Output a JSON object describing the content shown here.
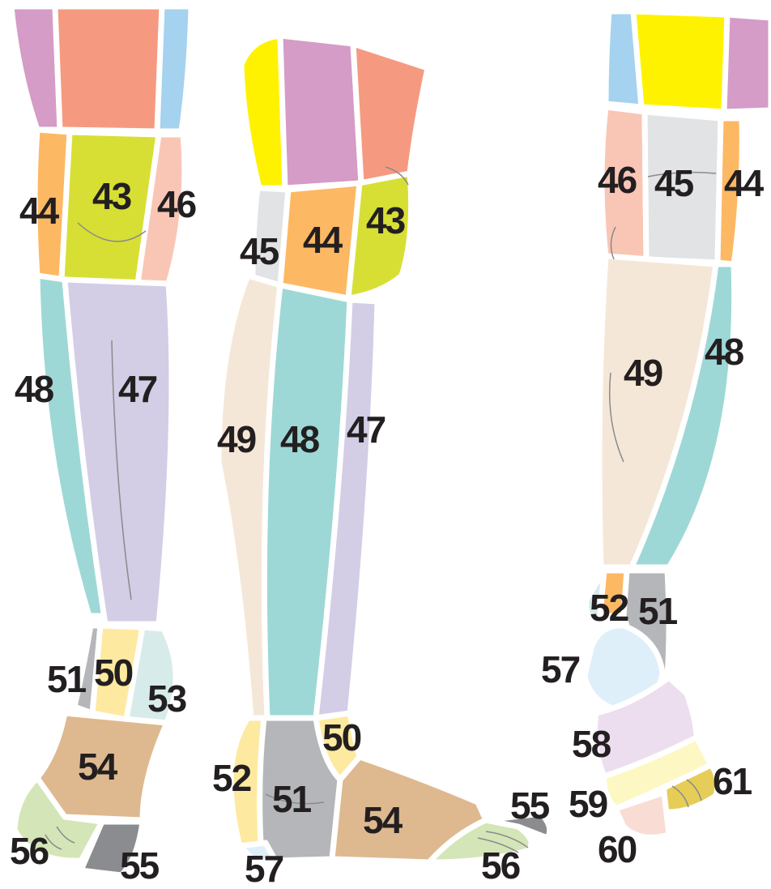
{
  "colors": {
    "background": "#ffffff",
    "border": "#ffffff",
    "outline": "#888888",
    "label": "#231f20",
    "pink_purple": "#d49cc6",
    "salmon": "#f59a80",
    "light_blue": "#a4d2ef",
    "yellow": "#fff200",
    "orange": "#fdb863",
    "lime": "#d7df34",
    "pink": "#f9c6b6",
    "light_gray": "#e2e3e5",
    "lavender": "#d3cde6",
    "teal": "#9dd8d6",
    "beige": "#f5e7d7",
    "pale_yellow": "#fee9a0",
    "gray": "#b5b6ba",
    "pale_teal": "#d6ebea",
    "tan": "#deb98f",
    "gray_toe": "#8b8c8f",
    "green_toe": "#d4e5b7",
    "pale_blue": "#deeffa",
    "pale_lilac": "#ecdeee",
    "cream": "#fdf7c4",
    "mustard": "#e6cd57",
    "peach": "#f9dcd4"
  },
  "views": [
    {
      "name": "front",
      "labels": [
        "44",
        "43",
        "46",
        "48",
        "47",
        "51",
        "50",
        "53",
        "54",
        "56",
        "55"
      ]
    },
    {
      "name": "side",
      "labels": [
        "45",
        "44",
        "43",
        "49",
        "48",
        "47",
        "50",
        "52",
        "51",
        "54",
        "55",
        "56",
        "57"
      ]
    },
    {
      "name": "back",
      "labels": [
        "46",
        "45",
        "44",
        "49",
        "48",
        "52",
        "51",
        "57",
        "58",
        "59",
        "61",
        "60"
      ]
    }
  ]
}
